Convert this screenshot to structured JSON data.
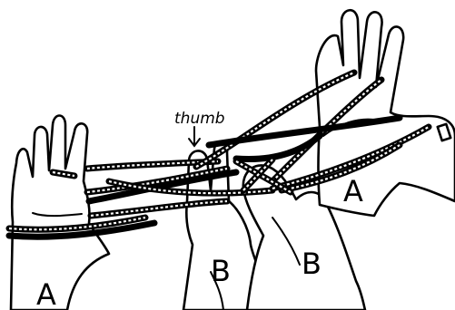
{
  "figure": {
    "labels": {
      "thumb": "thumb",
      "hand_a_left": "A",
      "hand_a_right": "A",
      "hand_b_left": "B",
      "hand_b_right": "B"
    }
  }
}
